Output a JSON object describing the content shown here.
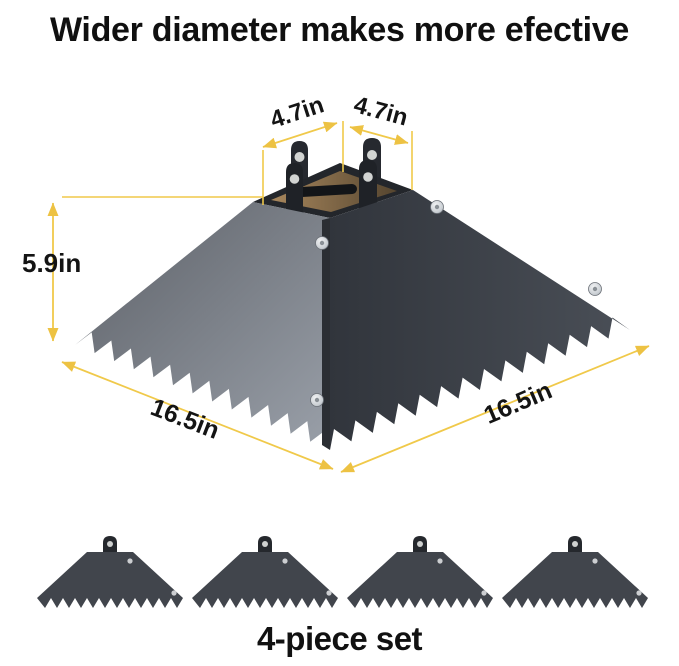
{
  "banner": {
    "text": "Wider diameter makes more efective"
  },
  "dimensions": {
    "top_left_width": "4.7in",
    "top_right_width": "4.7in",
    "side_height": "5.9in",
    "bottom_left_edge": "16.5in",
    "bottom_right_edge": "16.5in"
  },
  "caption": {
    "text": "4-piece set"
  },
  "colors": {
    "banner_bg": "#F8D320",
    "dimension_line": "#F0C94A",
    "label_text": "#141414",
    "baffle_left_face": "#8C929B",
    "baffle_right_face": "#383C43",
    "inner_opening": "#9B7C55"
  }
}
